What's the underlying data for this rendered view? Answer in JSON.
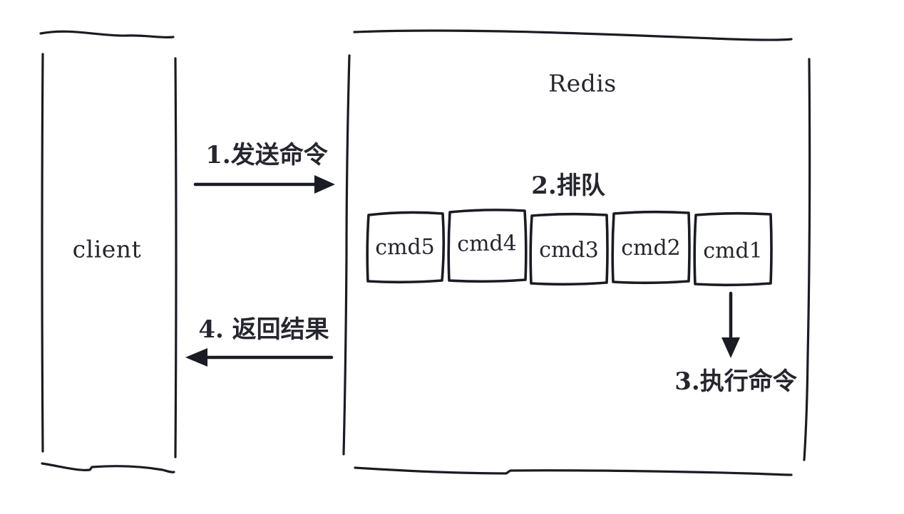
{
  "diagram": {
    "client": {
      "label": "client"
    },
    "redis": {
      "label": "Redis"
    },
    "steps": {
      "step1": "1.发送命令",
      "step2": "2.排队",
      "step3": "3.执行命令",
      "step4": "4. 返回结果"
    },
    "queue_items": [
      {
        "label": "cmd5"
      },
      {
        "label": "cmd4"
      },
      {
        "label": "cmd3"
      },
      {
        "label": "cmd2"
      },
      {
        "label": "cmd1"
      }
    ],
    "colors": {
      "ink": "#1b1b24",
      "text": "#26262e",
      "background": "#ffffff"
    }
  }
}
